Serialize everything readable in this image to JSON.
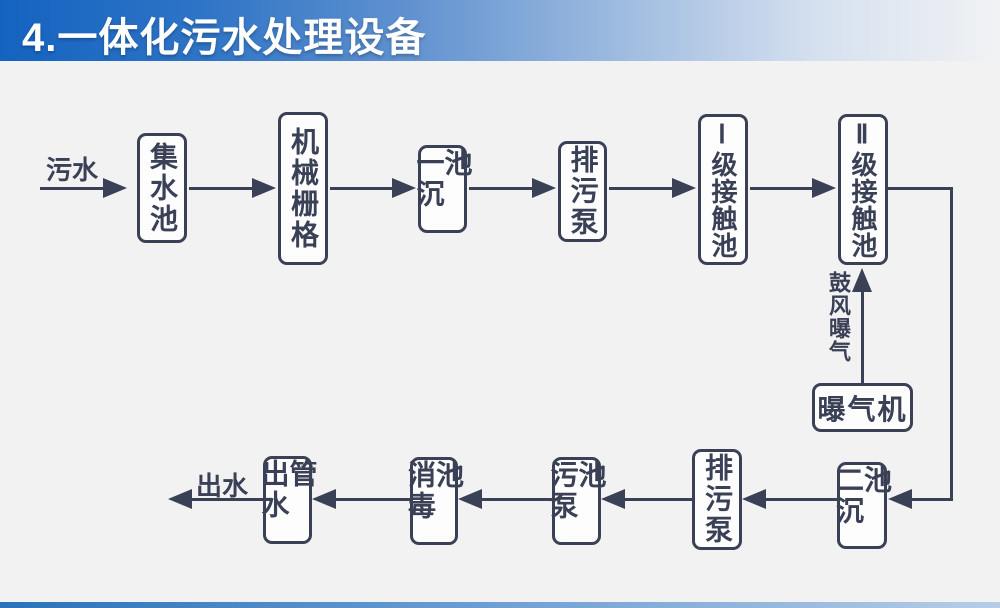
{
  "title": "4.一体化污水处理设备",
  "colors": {
    "header_blue": "#1463c0",
    "ink": "#3a4156",
    "background": "#f2f2f2",
    "node_fill": "#fdfdfd",
    "footer_blue": "#2a72b8"
  },
  "flowchart": {
    "inflow_label": "污水",
    "outflow_label": "出水",
    "aeration_label": "鼓风曝气",
    "nodes": {
      "collection_tank": "集水池",
      "mechanical_grid": "机械栅格",
      "primary_sedimentation": "一沉池",
      "sewage_pump_top": "排污泵",
      "contact_tank_1": "Ⅰ级接触池",
      "contact_tank_2": "Ⅱ级接触池",
      "aerator": "曝气机",
      "secondary_sedimentation": "二沉池",
      "sewage_pump_bottom": "排污泵",
      "sludge_pump_tank": "污泵池",
      "disinfection_tank": "消毒池",
      "outlet_pipe": "出水管"
    }
  }
}
